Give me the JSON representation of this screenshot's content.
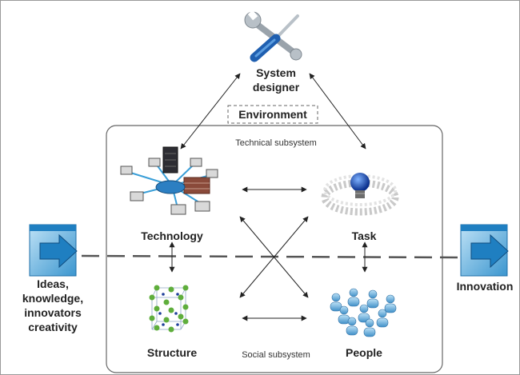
{
  "diagram": {
    "system_designer": "System\ndesigner",
    "environment": "Environment",
    "technical_subsystem": "Technical subsystem",
    "social_subsystem": "Social subsystem",
    "technology": "Technology",
    "task": "Task",
    "structure": "Structure",
    "people": "People",
    "input": "Ideas,\nknowledge,\ninnovators\ncreativity",
    "output": "Innovation"
  },
  "icons": {
    "designer": "wrench-screwdriver-icon",
    "technology": "network-icon",
    "task": "lightbulb-circle-icon",
    "structure": "molecule-lattice-icon",
    "people": "people-group-icon",
    "input_arrow": "arrow-right-icon",
    "output_arrow": "arrow-right-icon"
  },
  "colors": {
    "accent_blue": "#1f7fc1",
    "light_blue": "#8fc6e8",
    "node_green": "#5fae3c"
  }
}
